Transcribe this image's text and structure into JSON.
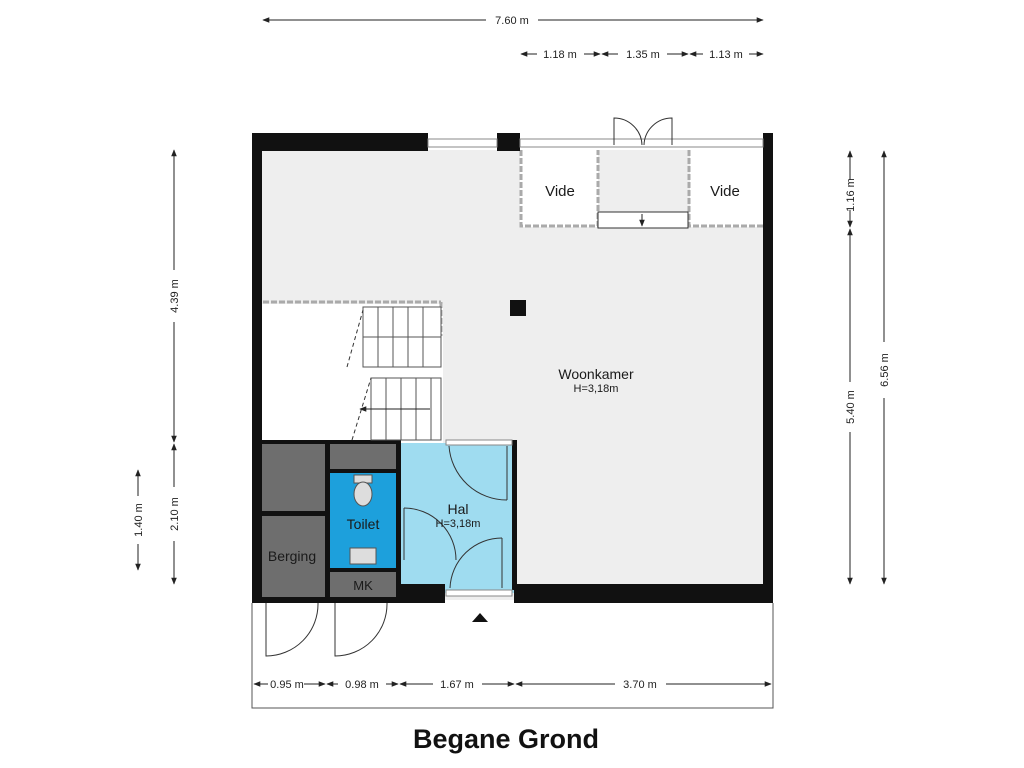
{
  "title": "Begane Grond",
  "rooms": {
    "woonkamer": {
      "name": "Woonkamer",
      "height": "H=3,18m"
    },
    "hal": {
      "name": "Hal",
      "height": "H=3,18m"
    },
    "toilet": {
      "name": "Toilet"
    },
    "berging": {
      "name": "Berging"
    },
    "mk": {
      "name": "MK"
    },
    "vide_left": {
      "name": "Vide"
    },
    "vide_right": {
      "name": "Vide"
    }
  },
  "dimensions": {
    "top_total": "7.60 m",
    "top_segments": [
      "1.18 m",
      "1.35 m",
      "1.13 m"
    ],
    "bottom_segments": [
      "0.95 m",
      "0.98 m",
      "1.67 m",
      "3.70 m"
    ],
    "left_outer": [
      "4.39 m",
      "2.10 m"
    ],
    "left_inner": "1.40 m",
    "right_inner": [
      "1.16 m",
      "5.40 m"
    ],
    "right_outer": "6.56 m"
  },
  "colors": {
    "wall": "#111111",
    "floor": "#eeeeee",
    "hal_fill": "#9fdcf0",
    "toilet_fill": "#1da0dc",
    "storage_fill": "#6e6e6e"
  }
}
